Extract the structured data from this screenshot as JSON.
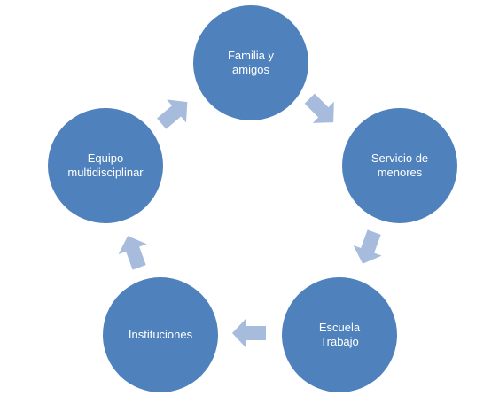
{
  "diagram": {
    "type": "basic-cycle",
    "colors": {
      "node_fill": "#4f81bd",
      "node_text": "#ffffff",
      "arrow_fill": "#a7bcdc",
      "background": "#ffffff"
    },
    "nodes": [
      {
        "id": "familia",
        "label": "Familia y\namigos"
      },
      {
        "id": "servicio",
        "label": "Servicio de\nmenores"
      },
      {
        "id": "escuela",
        "label": "Escuela\nTrabajo"
      },
      {
        "id": "instituciones",
        "label": "Instituciones"
      },
      {
        "id": "equipo",
        "label": "Equipo\nmultidisciplinar"
      }
    ],
    "edges": [
      {
        "from": "familia",
        "to": "servicio"
      },
      {
        "from": "servicio",
        "to": "escuela"
      },
      {
        "from": "escuela",
        "to": "instituciones"
      },
      {
        "from": "instituciones",
        "to": "equipo"
      },
      {
        "from": "equipo",
        "to": "familia"
      }
    ]
  }
}
